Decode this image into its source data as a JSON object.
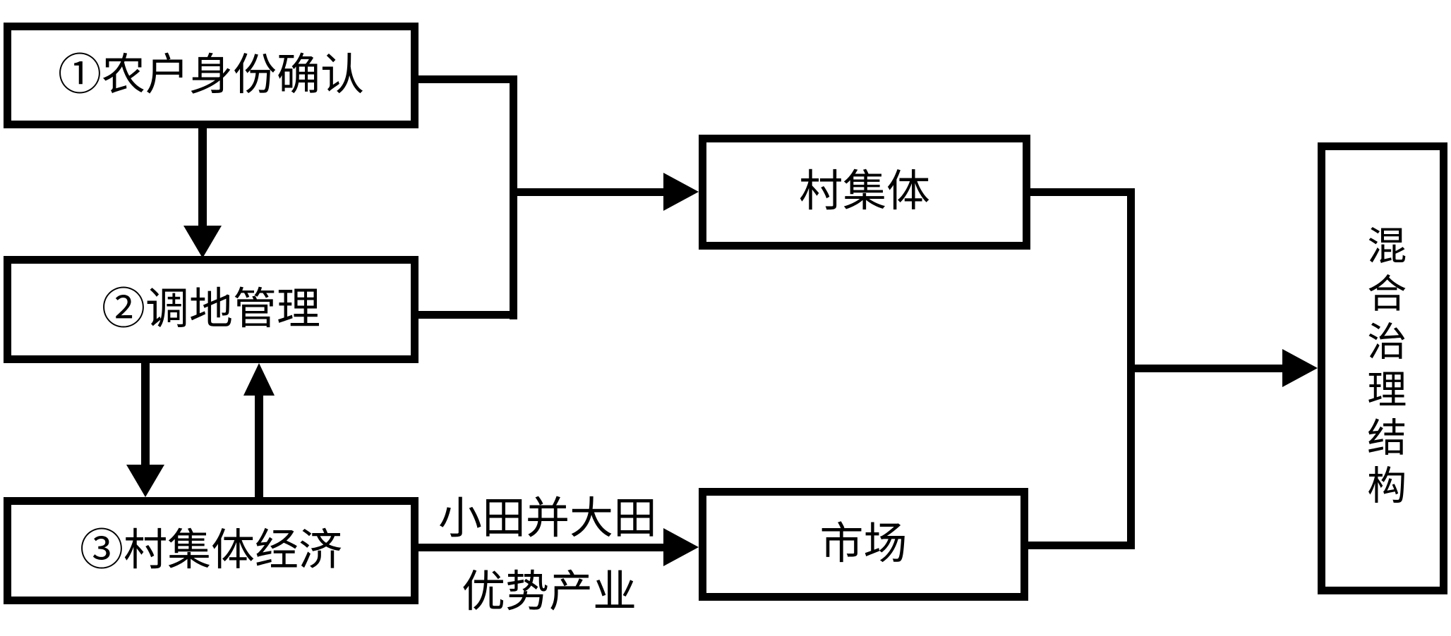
{
  "boxes": {
    "farmer_identity": "①农户身份确认",
    "land_adjustment": "②调地管理",
    "village_collective_economy": "③村集体经济",
    "village_collective": "村集体",
    "market": "市场",
    "mixed_governance": "混合治理结构"
  },
  "edge_labels": {
    "line1": "小田并大田",
    "line2": "优势产业"
  },
  "colors": {
    "stroke": "#000000",
    "background": "#ffffff"
  }
}
